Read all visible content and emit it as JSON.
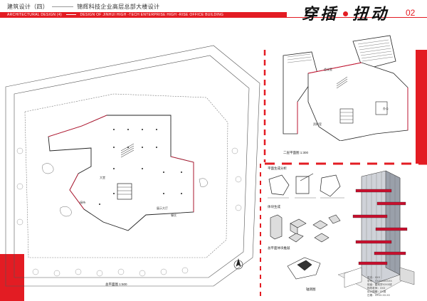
{
  "header": {
    "title_left": "建筑设计（四）",
    "title_right": "锦辉科技企业高层总部大楼设计",
    "subtitle_left": "ARCHITECTURAL DESIGN (4)",
    "subtitle_right": "DESIGN OF JINHUI HIGH -TECH ENTERPRISE HIGH -RISE OFFICE BUILDING",
    "brand_part1": "穿插",
    "brand_part2": "扭动",
    "page_number": "02"
  },
  "colors": {
    "accent": "#e31c23",
    "ink": "#222222",
    "building_red": "#c8102e"
  },
  "plans": {
    "second_floor_label": "二层平面图 1:300",
    "site_plan_label": "总平面图 1:500",
    "first_floor_room_labels": [
      "大堂",
      "接待",
      "展示大厅",
      "餐饮"
    ],
    "second_floor_room_labels": [
      "会议室",
      "办公",
      "资料室"
    ]
  },
  "analysis": {
    "plan_generation_label": "平面生成分析",
    "volume_generation_label": "体块生成",
    "floor_outline_label": "总平面体块推敲",
    "axon_label": "轴测图"
  },
  "info_block": {
    "lines": [
      "姓名：XXX",
      "学号：XXXXXXXXXX",
      "班级：建筑学XXXX班",
      "指导老师：XXX",
      "设计周期：XX周",
      "日期：XXXX.XX.XX"
    ]
  }
}
